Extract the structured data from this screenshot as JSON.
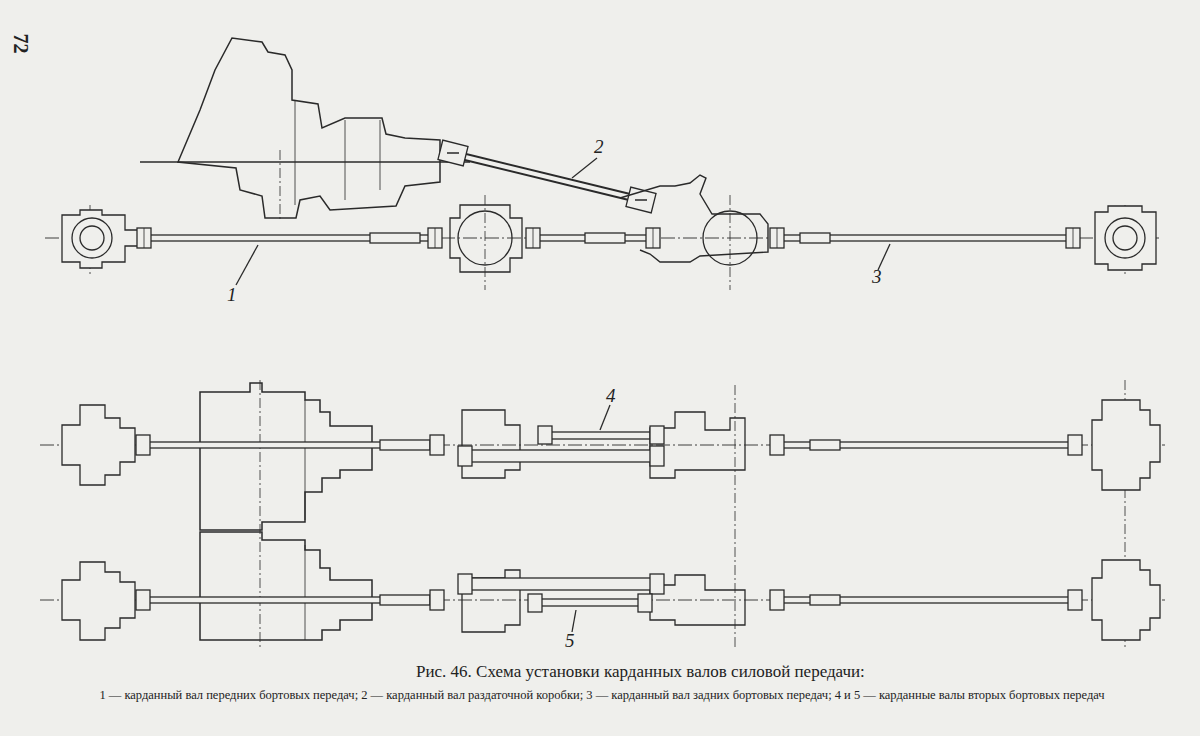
{
  "diagram": {
    "caption": "Рис. 46. Схема установки карданных валов силовой передачи:",
    "labels": [
      "72",
      "2",
      "1",
      "3",
      "4",
      "5",
      "1 — карданный вал передних бортовых передач; 2 — карданный вал раздаточной коробки; 3 — карданный вал задних бортовых передач; 4 и 5 — карданные валы вторых бортовых передач"
    ]
  }
}
